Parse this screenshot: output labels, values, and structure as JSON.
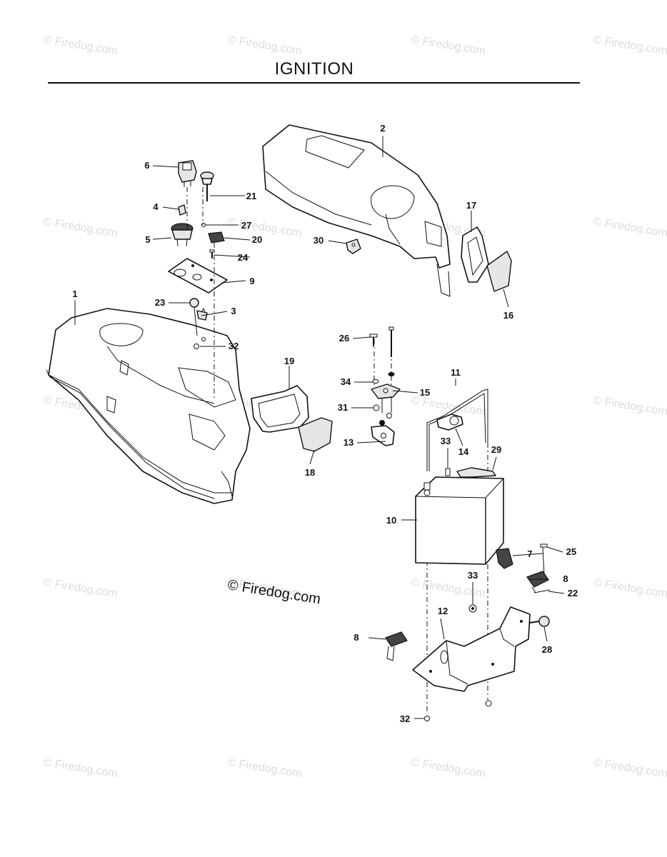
{
  "title": "IGNITION",
  "copyright_center": "© Firedog.com",
  "watermark_text": "© Firedog.com",
  "callouts": [
    "1",
    "2",
    "3",
    "4",
    "5",
    "6",
    "7",
    "8",
    "8",
    "9",
    "10",
    "11",
    "12",
    "13",
    "14",
    "15",
    "16",
    "17",
    "18",
    "19",
    "20",
    "21",
    "22",
    "23",
    "24",
    "25",
    "26",
    "27",
    "28",
    "29",
    "30",
    "31",
    "32",
    "32",
    "33",
    "33",
    "34"
  ],
  "colors": {
    "ink": "#111111",
    "watermark": "#dcdcdc",
    "background": "#ffffff"
  }
}
